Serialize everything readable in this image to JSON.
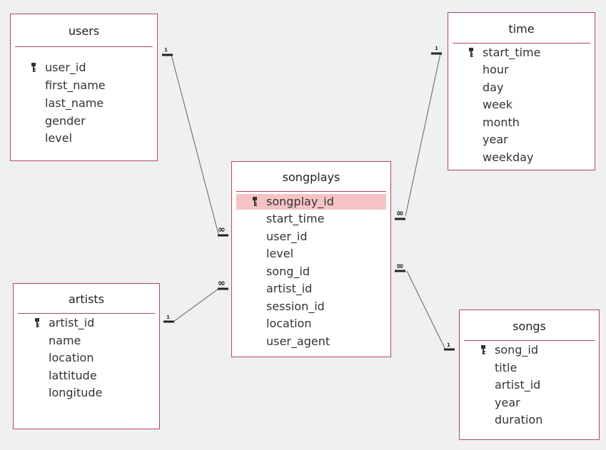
{
  "colors": {
    "border": "#b7475a",
    "highlight": "#f6c3c5",
    "line": "#777777",
    "background": "#eef0f2"
  },
  "icons": {
    "primary_key": "key-icon"
  },
  "tables": {
    "users": {
      "title": "users",
      "fields": [
        "user_id",
        "first_name",
        "last_name",
        "gender",
        "level"
      ],
      "key_field": "user_id"
    },
    "time": {
      "title": "time",
      "fields": [
        "start_time",
        "hour",
        "day",
        "week",
        "month",
        "year",
        "weekday"
      ],
      "key_field": "start_time"
    },
    "songplays": {
      "title": "songplays",
      "fields": [
        "songplay_id",
        "start_time",
        "user_id",
        "level",
        "song_id",
        "artist_id",
        "session_id",
        "location",
        "user_agent"
      ],
      "key_field": "songplay_id",
      "selected_field": "songplay_id"
    },
    "artists": {
      "title": "artists",
      "fields": [
        "artist_id",
        "name",
        "location",
        "lattitude",
        "longitude"
      ],
      "key_field": "artist_id"
    },
    "songs": {
      "title": "songs",
      "fields": [
        "song_id",
        "title",
        "artist_id",
        "year",
        "duration"
      ],
      "key_field": "song_id"
    }
  },
  "relationships": [
    {
      "from": "users",
      "to": "songplays",
      "one_label": "1",
      "many_label": "∞"
    },
    {
      "from": "time",
      "to": "songplays",
      "one_label": "1",
      "many_label": "∞"
    },
    {
      "from": "artists",
      "to": "songplays",
      "one_label": "1",
      "many_label": "∞"
    },
    {
      "from": "songs",
      "to": "songplays",
      "one_label": "1",
      "many_label": "∞"
    }
  ]
}
